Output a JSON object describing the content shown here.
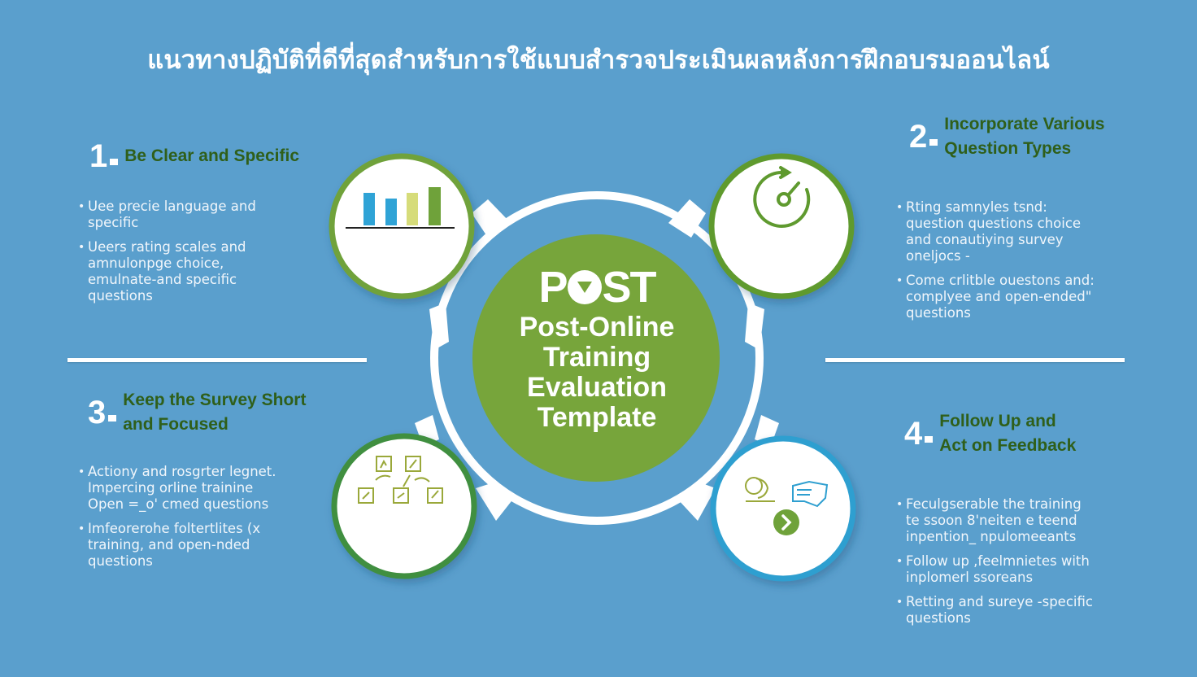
{
  "title": "แนวทางปฏิบัติที่ดีที่สุดสำหรับการใช้แบบสำรวจประเมินผลหลังการฝึกอบรมออนไลน์",
  "colors": {
    "background": "#5a9fcd",
    "center_circle": "#77a53b",
    "step_title": "#2f5f1a",
    "ring_green": "#6fa23a",
    "ring_dark_green": "#3f8f3f",
    "ring_blue": "#2f9fd0"
  },
  "center": {
    "logo": "POST",
    "logo_parts": [
      "P",
      "ST"
    ],
    "lines": [
      "Post-Online",
      "Training",
      "Evaluation",
      "Template"
    ]
  },
  "steps": [
    {
      "number": "1",
      "title": "Be Clear and Specific",
      "icon": "bar-chart-icon",
      "bullets": [
        "Uee precie language and\nspecific",
        "Ueers  rating scales and\namnulonpge choice,\nemulnate-and specific\nquestions"
      ]
    },
    {
      "number": "2",
      "title": "Incorporate Various\nQuestion Types",
      "icon": "timer-refresh-icon",
      "bullets": [
        "Rting samnyles tsnd:\nquestion  questions choice\nand conautiying survey\noneljocs -",
        "Come crlitble ouestons and:\ncomplyee and open-ended\"\nquestions"
      ]
    },
    {
      "number": "3",
      "title": "Keep the Survey Short\nand Focused",
      "icon": "checklist-flow-icon",
      "bullets": [
        "Actiony and rosgrter legnet.\nImpercing orline trainine\nOpen =_o' cmed questions",
        "Imfeorerohe foltertlites (x\ntraining, and open-nded\nquestions"
      ]
    },
    {
      "number": "4",
      "title": "Follow Up and\nAct on Feedback",
      "icon": "feedback-handshake-icon",
      "bullets": [
        "Feculgserable the training\nte ssoon 8'neiten  e teend\ninpention_ npulomeeants",
        "Follow up ,feelmnietes with\ninplomerl ssoreans",
        "Retting and sureye  -specific\nquestions"
      ]
    }
  ],
  "bar_icon_data": {
    "type": "bar",
    "values": [
      40,
      33,
      40,
      47
    ],
    "colors": [
      "#2fa3d6",
      "#2fa3d6",
      "#d6dc7a",
      "#6fa23a"
    ]
  }
}
